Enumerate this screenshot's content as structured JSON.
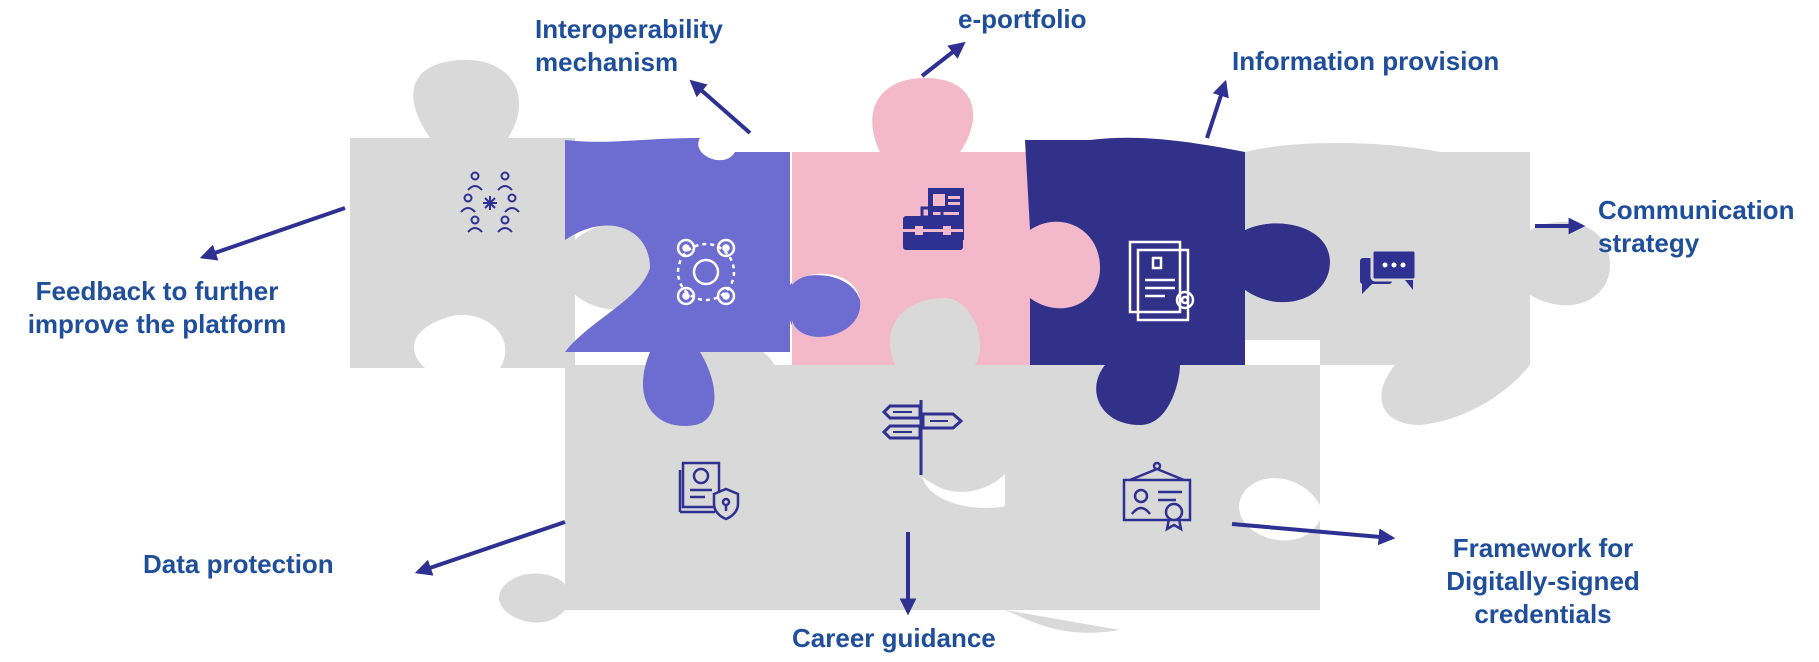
{
  "colors": {
    "label": "#1f4e9a",
    "arrow": "#2e3192",
    "piece_gray": "#d9d9d9",
    "piece_violet": "#6c6cd1",
    "piece_pink": "#f3b8c9",
    "piece_navy": "#32318a",
    "icon_white": "#ffffff",
    "icon_navy": "#2e3192"
  },
  "pieces": [
    {
      "name": "feedback",
      "color": "gray",
      "icon": "network-people-icon"
    },
    {
      "name": "interoperability",
      "color": "violet",
      "icon": "gears-cycle-icon"
    },
    {
      "name": "eportfolio",
      "color": "pink",
      "icon": "briefcase-resume-icon"
    },
    {
      "name": "information",
      "color": "navy",
      "icon": "document-certificate-icon"
    },
    {
      "name": "communication",
      "color": "gray",
      "icon": "chat-bubbles-icon"
    },
    {
      "name": "data-protection",
      "color": "gray",
      "icon": "document-shield-icon"
    },
    {
      "name": "career-guidance",
      "color": "gray",
      "icon": "signpost-icon"
    },
    {
      "name": "framework",
      "color": "gray",
      "icon": "certificate-frame-icon"
    }
  ],
  "labels": {
    "feedback": [
      "Feedback to further",
      "improve the platform"
    ],
    "interoperability": [
      "Interoperability",
      "mechanism"
    ],
    "eportfolio": [
      "e-portfolio"
    ],
    "information": [
      "Information provision"
    ],
    "communication": [
      "Communication",
      "strategy"
    ],
    "data_protection": [
      "Data protection"
    ],
    "career_guidance": [
      "Career guidance"
    ],
    "framework": [
      "Framework for",
      "Digitally-signed",
      "credentials"
    ]
  }
}
